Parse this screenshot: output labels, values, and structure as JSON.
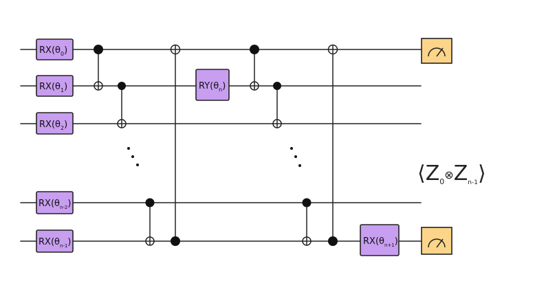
{
  "colors": {
    "gate_fill": "#c89ef0",
    "measure_fill": "#fcd58a",
    "wire": "#222222"
  },
  "gates": [
    {
      "id": "rx0",
      "text": "RX(θ",
      "sub": "0",
      "close": ")"
    },
    {
      "id": "rx1",
      "text": "RX(θ",
      "sub": "1",
      "close": ")"
    },
    {
      "id": "rx2",
      "text": "RX(θ",
      "sub": "2",
      "close": ")"
    },
    {
      "id": "rxn2",
      "text": "RX(θ",
      "sub": "n-2",
      "close": ")"
    },
    {
      "id": "rxn1",
      "text": "RX(θ",
      "sub": "n-1",
      "close": ")"
    },
    {
      "id": "ryn",
      "text": "RY(θ",
      "sub": "n",
      "close": ")"
    },
    {
      "id": "rxn1b",
      "text": "RX(θ",
      "sub": "n+1",
      "close": ")"
    }
  ],
  "measurements": [
    {
      "id": "m0",
      "icon": "meter-icon"
    },
    {
      "id": "m1",
      "icon": "meter-icon"
    }
  ],
  "observable": {
    "open": "⟨",
    "z0": "Z",
    "z0_sub": "0",
    "otimes": "⊗",
    "z1": "Z",
    "z1_sub": "n-1",
    "close": "⟩"
  },
  "ellipsis": [
    "⋱",
    "⋱"
  ]
}
